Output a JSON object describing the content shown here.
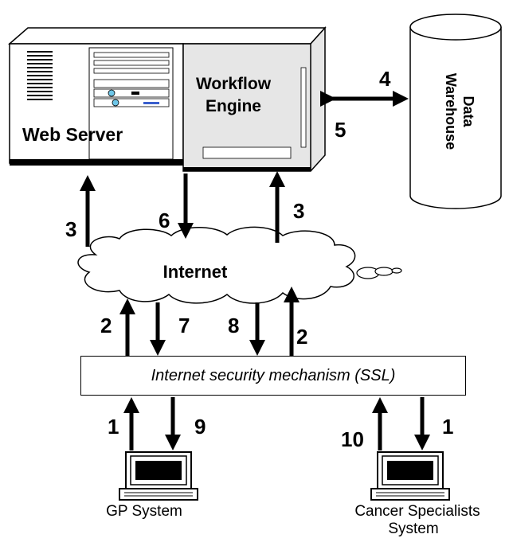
{
  "diagram": {
    "web_server_label": "Web Server",
    "workflow_engine_label_line1": "Workflow",
    "workflow_engine_label_line2": "Engine",
    "data_warehouse_label_line1": "Data",
    "data_warehouse_label_line2": "Warehouse",
    "internet_label": "Internet",
    "ssl_label": "Internet security mechanism (SSL)",
    "gp_system_label": "GP System",
    "cancer_specialists_label_line1": "Cancer Specialists",
    "cancer_specialists_label_line2": "System"
  },
  "steps": {
    "s1_left": "1",
    "s1_right": "1",
    "s2_left": "2",
    "s2_right": "2",
    "s3_left": "3",
    "s3_right": "3",
    "s4": "4",
    "s5": "5",
    "s6": "6",
    "s7": "7",
    "s8": "8",
    "s9": "9",
    "s10": "10"
  },
  "colors": {
    "ink": "#000000",
    "server_fill": "#ffffff",
    "engine_fill": "#e6e6e6",
    "cloud_fill": "#ffffff"
  }
}
